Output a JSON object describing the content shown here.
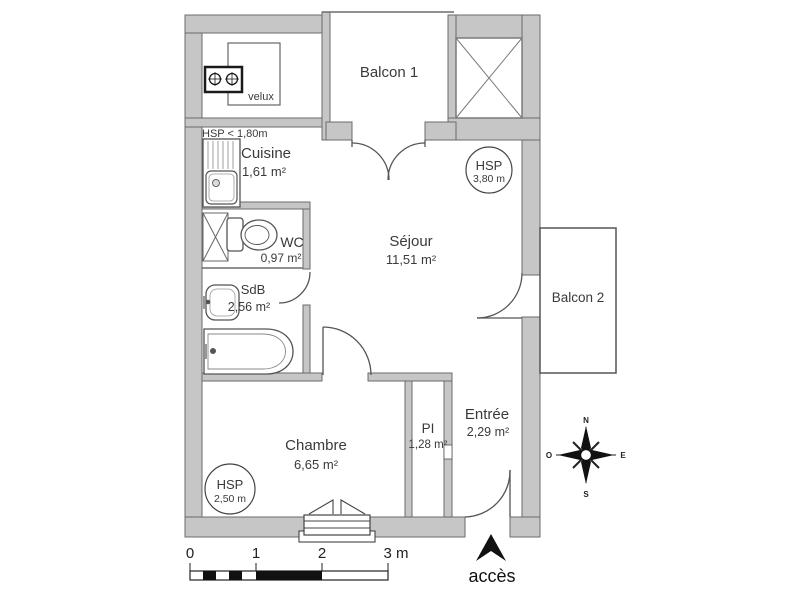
{
  "plan": {
    "rooms": {
      "balcon1": {
        "name": "Balcon 1"
      },
      "cuisine": {
        "name": "Cuisine",
        "area": "1,61 m²"
      },
      "wc": {
        "name": "WC",
        "area": "0,97 m²"
      },
      "sdb": {
        "name": "SdB",
        "area": "2,56 m²"
      },
      "sejour": {
        "name": "Séjour",
        "area": "11,51 m²"
      },
      "balcon2": {
        "name": "Balcon 2"
      },
      "chambre": {
        "name": "Chambre",
        "area": "6,65 m²"
      },
      "pi": {
        "name": "PI",
        "area": "1,28 m²"
      },
      "entree": {
        "name": "Entrée",
        "area": "2,29 m²"
      }
    },
    "annotations": {
      "velux": "velux",
      "low_ceiling": "HSP < 1,80m",
      "hsp_sejour": {
        "label": "HSP",
        "value": "3,80 m"
      },
      "hsp_chambre": {
        "label": "HSP",
        "value": "2,50 m"
      }
    },
    "compass": {
      "n": "N",
      "s": "S",
      "e": "E",
      "o": "O"
    },
    "scale_bar": {
      "ticks": [
        "0",
        "1",
        "2",
        "3 m"
      ]
    },
    "access": {
      "label": "accès"
    },
    "colors": {
      "wall_fill": "#c6c6c6",
      "wall_stroke": "#6b6b6b",
      "line": "#4a4a4a",
      "text": "#3a3a3a"
    }
  }
}
